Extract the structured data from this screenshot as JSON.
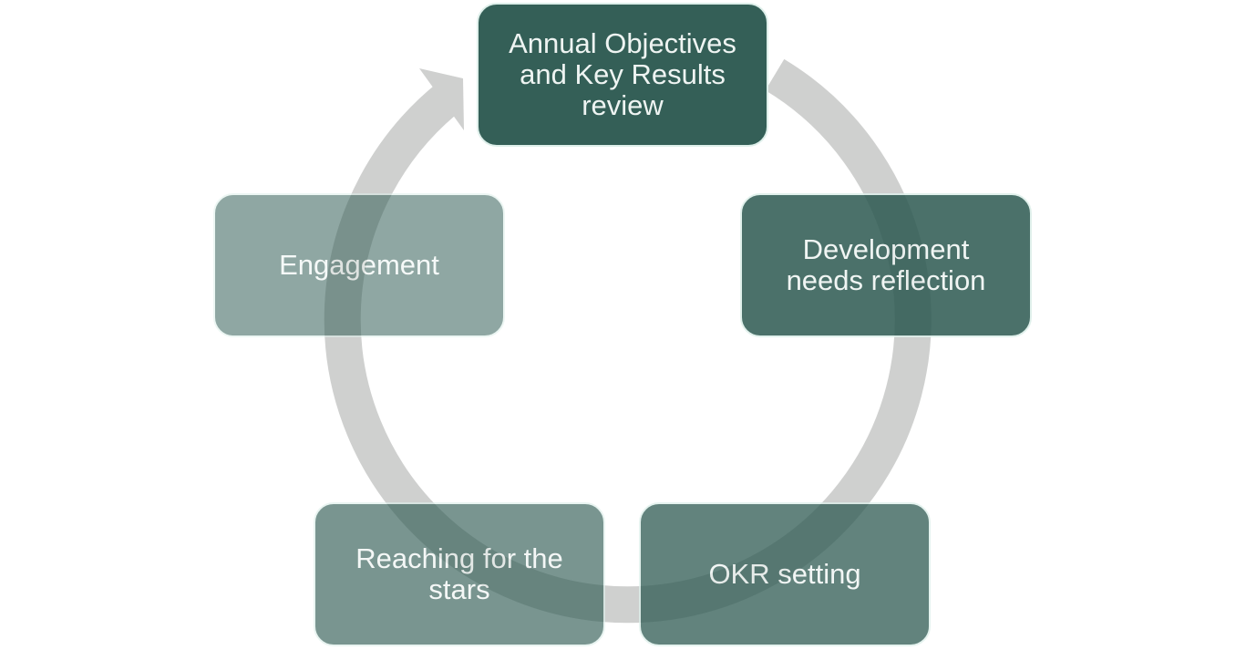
{
  "colors": {
    "box_fill": "#2e5a52",
    "box_border": "#ddefea",
    "ring": "#cfd0cf",
    "label": "#eef4f2"
  },
  "diagram": {
    "type": "cycle",
    "steps": [
      {
        "label": "Annual Objectives\nand Key Results\nreview"
      },
      {
        "label": "Development\nneeds reflection"
      },
      {
        "label": "OKR setting"
      },
      {
        "label": "Reaching for the\nstars"
      },
      {
        "label": "Engagement"
      }
    ]
  }
}
